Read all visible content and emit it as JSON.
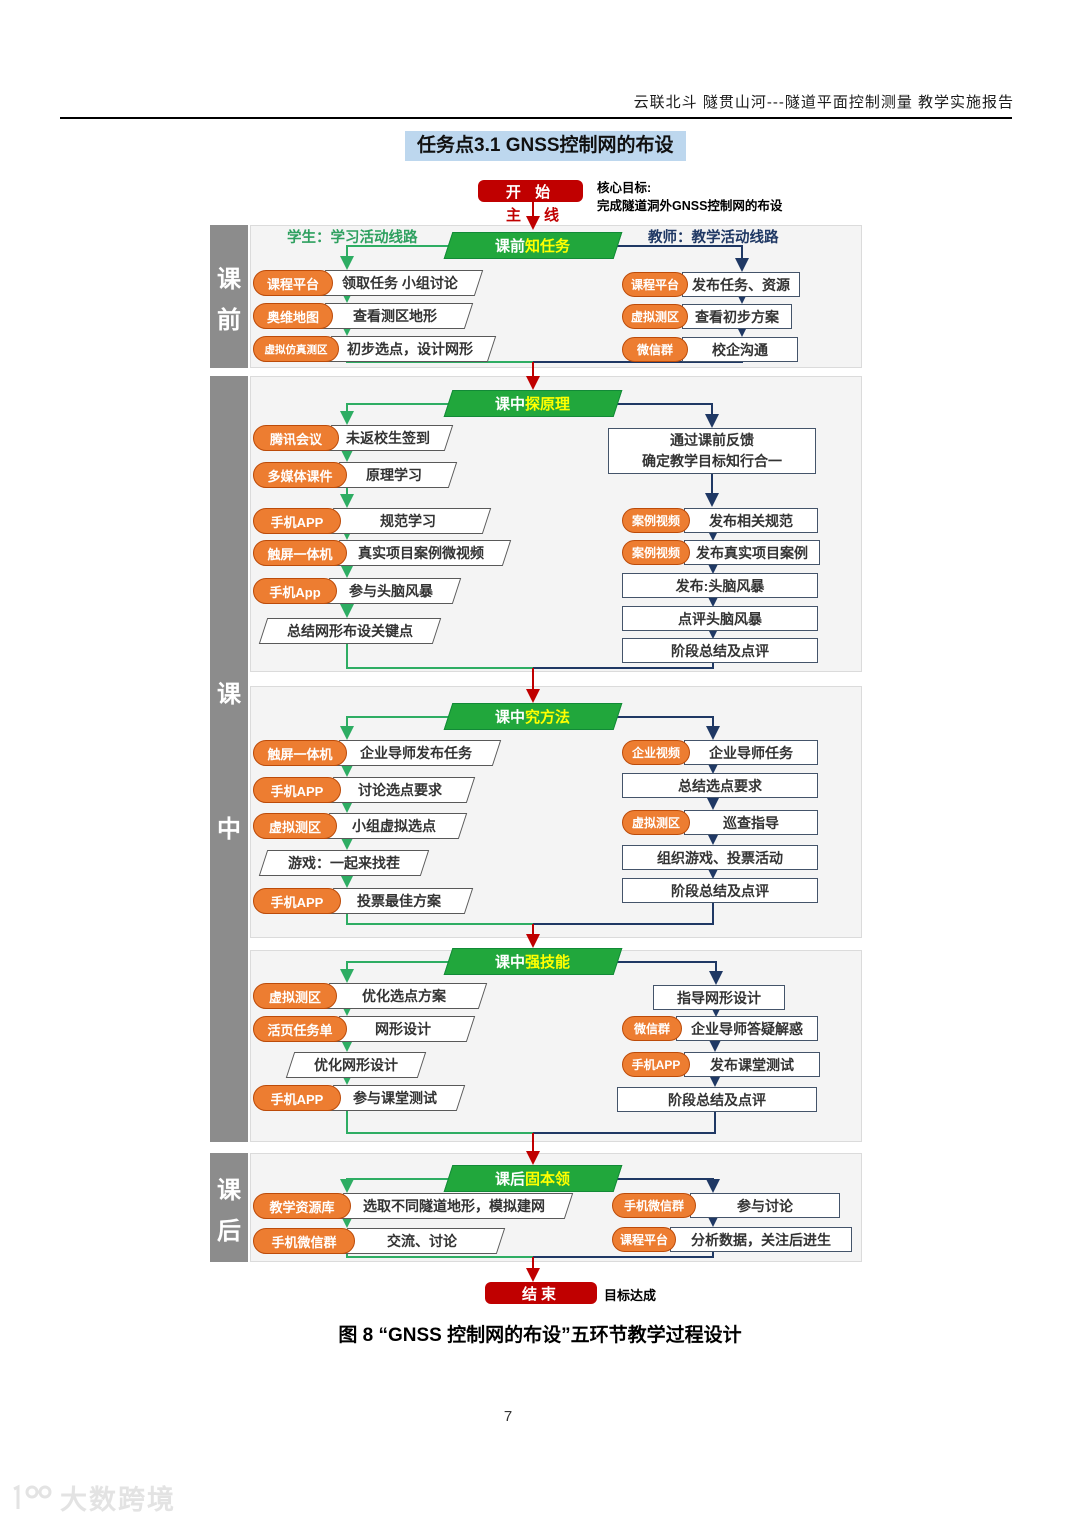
{
  "header": {
    "report_title": "云联北斗 隧贯山河---隧道平面控制测量 教学实施报告"
  },
  "title": "任务点3.1 GNSS控制网的布设",
  "flow": {
    "start": "开 始",
    "main_line": {
      "left": "主",
      "right": "线"
    },
    "goal": {
      "heading": "核心目标:",
      "text": "完成隧道洞外GNSS控制网的布设"
    },
    "student_path": "学生：学习活动线路",
    "teacher_path": "教师：教学活动线路",
    "end": "结束",
    "end_note": "目标达成"
  },
  "sidebars": [
    {
      "chars": [
        "课",
        "前"
      ]
    },
    {
      "chars": [
        "课",
        "中"
      ]
    },
    {
      "chars": [
        "课",
        "后"
      ]
    }
  ],
  "sections": [
    {
      "stage": {
        "prefix": "课前",
        "highlight": "知任务"
      },
      "left": [
        {
          "tool": "课程平台",
          "task": "领取任务 小组讨论"
        },
        {
          "tool": "奥维地图",
          "task": "查看测区地形"
        },
        {
          "tool": "虚拟仿真测区",
          "task": "初步选点，设计网形"
        }
      ],
      "right": [
        {
          "tool": "课程平台",
          "task": "发布任务、资源"
        },
        {
          "tool": "虚拟测区",
          "task": "查看初步方案"
        },
        {
          "tool": "微信群",
          "task": "校企沟通"
        }
      ]
    },
    {
      "stage": {
        "prefix": "课中",
        "highlight": "探原理"
      },
      "left": [
        {
          "tool": "腾讯会议",
          "task": "未返校生签到"
        },
        {
          "tool": "多媒体课件",
          "task": "原理学习"
        },
        {
          "tool": "手机APP",
          "task": "规范学习"
        },
        {
          "tool": "触屏一体机",
          "task": "真实项目案例微视频"
        },
        {
          "tool": "手机App",
          "task": "参与头脑风暴"
        },
        {
          "task": "总结网形布设关键点"
        }
      ],
      "right": [
        {
          "line1": "通过课前反馈",
          "line2": "确定教学目标知行合一"
        },
        {
          "tool": "案例视频",
          "task": "发布相关规范"
        },
        {
          "tool": "案例视频",
          "task": "发布真实项目案例"
        },
        {
          "task": "发布:头脑风暴"
        },
        {
          "task": "点评头脑风暴"
        },
        {
          "task": "阶段总结及点评"
        }
      ]
    },
    {
      "stage": {
        "prefix": "课中",
        "highlight": "究方法"
      },
      "left": [
        {
          "tool": "触屏一体机",
          "task": "企业导师发布任务"
        },
        {
          "tool": "手机APP",
          "task": "讨论选点要求"
        },
        {
          "tool": "虚拟测区",
          "task": "小组虚拟选点"
        },
        {
          "task": "游戏：一起来找茬"
        },
        {
          "tool": "手机APP",
          "task": "投票最佳方案"
        }
      ],
      "right": [
        {
          "tool": "企业视频",
          "task": "企业导师任务"
        },
        {
          "task": "总结选点要求"
        },
        {
          "tool": "虚拟测区",
          "task": "巡查指导"
        },
        {
          "task": "组织游戏、投票活动"
        },
        {
          "task": "阶段总结及点评"
        }
      ]
    },
    {
      "stage": {
        "prefix": "课中",
        "highlight": "强技能"
      },
      "left": [
        {
          "tool": "虚拟测区",
          "task": "优化选点方案"
        },
        {
          "tool": "活页任务单",
          "task": "网形设计"
        },
        {
          "task": "优化网形设计"
        },
        {
          "tool": "手机APP",
          "task": "参与课堂测试"
        }
      ],
      "right": [
        {
          "task": "指导网形设计"
        },
        {
          "tool": "微信群",
          "task": "企业导师答疑解惑"
        },
        {
          "tool": "手机APP",
          "task": "发布课堂测试"
        },
        {
          "task": "阶段总结及点评"
        }
      ]
    },
    {
      "stage": {
        "prefix": "课后",
        "highlight": "固本领"
      },
      "left": [
        {
          "tool": "教学资源库",
          "task": "选取不同隧道地形，模拟建网"
        },
        {
          "tool": "手机微信群",
          "task": "交流、讨论"
        }
      ],
      "right": [
        {
          "tool": "手机微信群",
          "task": "参与讨论"
        },
        {
          "tool": "课程平台",
          "task": "分析数据，关注后进生"
        }
      ]
    }
  ],
  "caption": "图 8  “GNSS 控制网的布设”五环节教学过程设计",
  "page_number": "7",
  "watermark": {
    "text": "大数跨境"
  },
  "colors": {
    "main_line_red": "#C00000",
    "student_green": "#2EAD63",
    "teacher_navy": "#1F3864",
    "stage_green": "#21A73C",
    "tool_orange": "#ED7D31",
    "stage_highlight": "#FFFF00",
    "title_bg": "#BDD7EE",
    "sidebar_gray": "#8C8C8C"
  }
}
